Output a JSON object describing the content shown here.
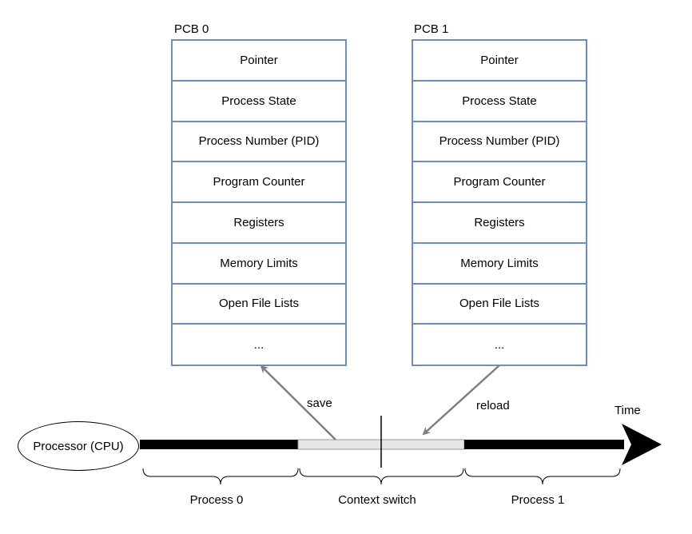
{
  "pcb0": {
    "title": "PCB 0",
    "fields": [
      "Pointer",
      "Process State",
      "Process Number (PID)",
      "Program Counter",
      "Registers",
      "Memory Limits",
      "Open File Lists",
      "..."
    ]
  },
  "pcb1": {
    "title": "PCB 1",
    "fields": [
      "Pointer",
      "Process State",
      "Process Number (PID)",
      "Program Counter",
      "Registers",
      "Memory Limits",
      "Open File Lists",
      "..."
    ]
  },
  "processor": {
    "label": "Processor (CPU)"
  },
  "timeline": {
    "time_label": "Time",
    "save_label": "save",
    "reload_label": "reload",
    "segments": [
      "Process 0",
      "Context switch",
      "Process 1"
    ]
  },
  "colors": {
    "pcb_border": "#6c8ebf",
    "arrow": "#7f7f7f",
    "switch_bar_fill": "#e6e6e6",
    "timeline": "#000000"
  }
}
